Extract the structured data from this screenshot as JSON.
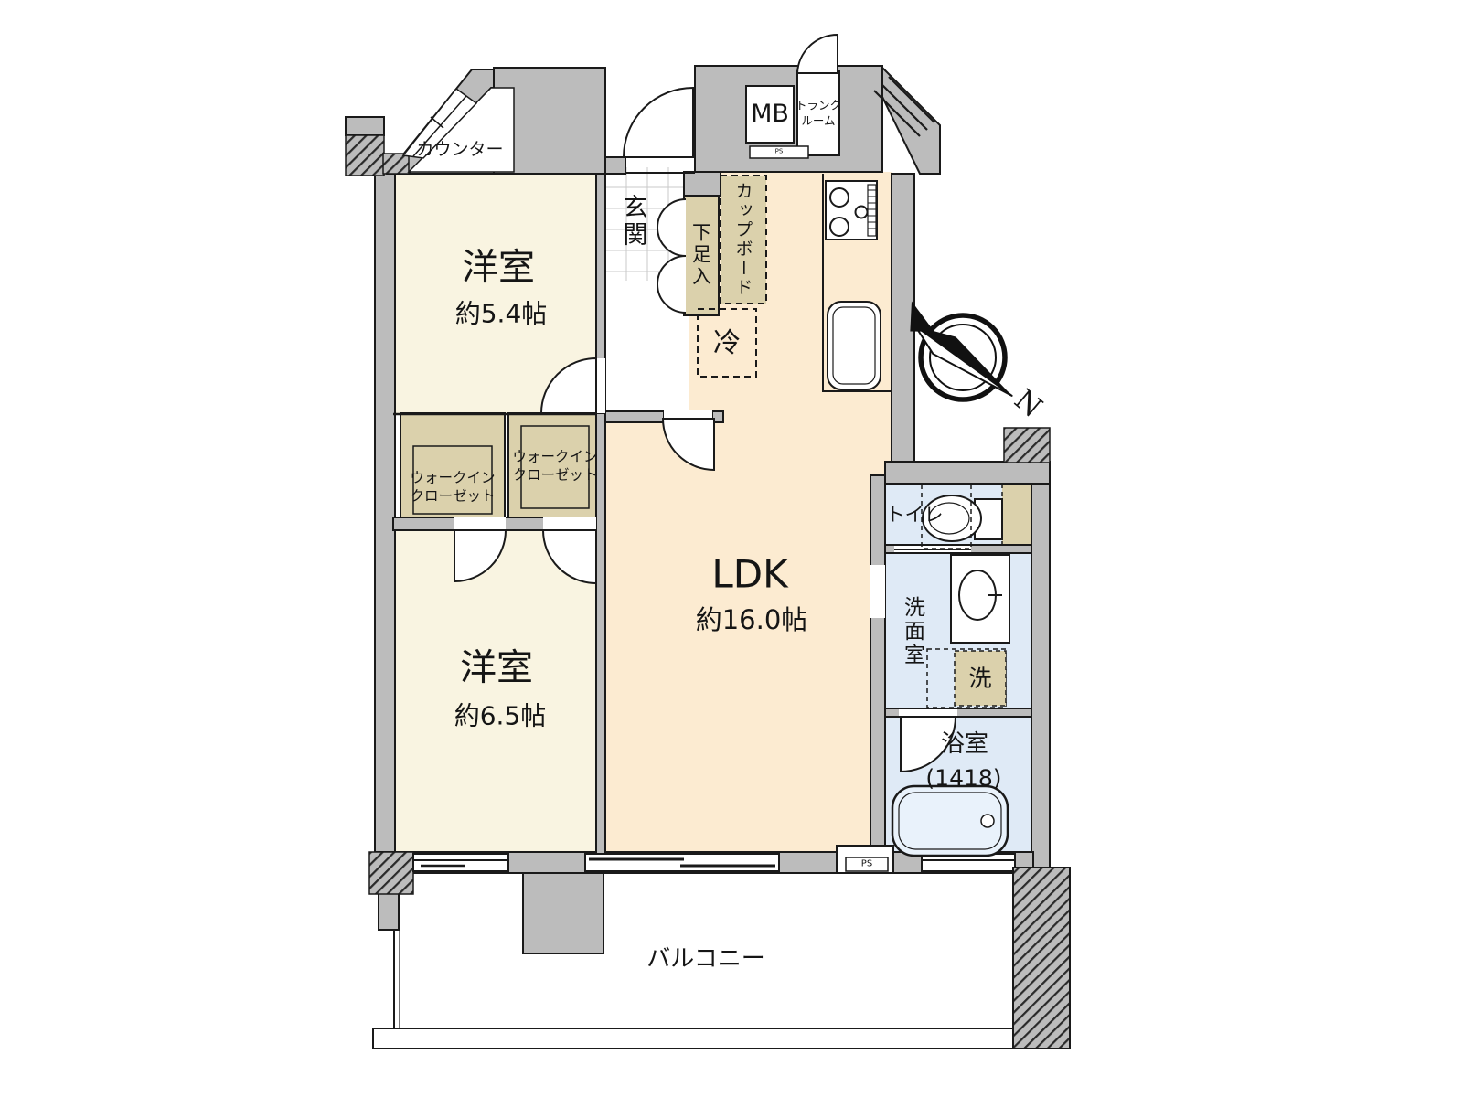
{
  "plan": {
    "rooms": {
      "bedroom_1": {
        "name": "洋室",
        "area": "約5.4帖"
      },
      "bedroom_2": {
        "name": "洋室",
        "area": "約6.5帖"
      },
      "ldk": {
        "name": "LDK",
        "area": "約16.0帖"
      },
      "entrance": {
        "name": "玄関"
      },
      "counter": {
        "label": "カウンター"
      },
      "shoe_cabinet": {
        "name": "下足入"
      },
      "cupboard": {
        "name": "カップボード"
      },
      "refrigerator": {
        "name": "冷"
      },
      "meter_box": {
        "name": "MB",
        "ps_label": "PS"
      },
      "trunk_room": {
        "line1": "トランク",
        "line2": "ルーム"
      },
      "walk_in_closet_1": {
        "line1": "ウォークイン",
        "line2": "クローゼット"
      },
      "walk_in_closet_2": {
        "line1": "ウォークイン",
        "line2": "クローゼット"
      },
      "toilet": {
        "name": "トイレ"
      },
      "washroom": {
        "name": "洗面室"
      },
      "washer": {
        "name": "洗"
      },
      "bathroom": {
        "name": "浴室",
        "size": "(1418)"
      },
      "balcony": {
        "name": "バルコニー"
      },
      "pipe_space": {
        "name": "PS"
      }
    },
    "compass": {
      "north_label": "N"
    },
    "colors": {
      "wall": "#bcbcbc",
      "bedroom_cream": "#f9f4e1",
      "ldk_peach": "#fcebd1",
      "closet_tan": "#dbd1ac",
      "water_blue": "#dfeaf6",
      "tub_blue": "#e9f2fb"
    }
  }
}
